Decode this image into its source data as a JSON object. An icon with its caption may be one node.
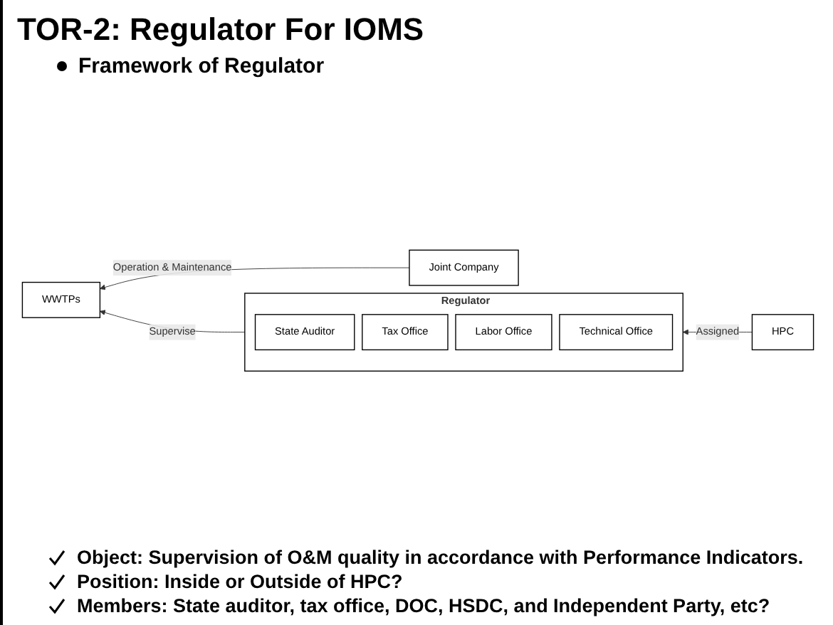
{
  "diagram": {
    "title": "TOR-2: Regulator For IOMS",
    "nodes": [
      {
        "text": [
          "Joint Company"
        ]
      },
      {
        "text": [
          "WWTPs"
        ]
      },
      {
        "text": [
          "Regulator"
        ]
      },
      {
        "text": [
          "State Auditor"
        ],
        "in": 2
      },
      {
        "text": [
          "Tax Office"
        ],
        "in": 2
      },
      {
        "text": [
          "Labor Office"
        ],
        "in": 2
      },
      {
        "text": [
          "Technical Office"
        ],
        "in": 2
      },
      {
        "text": [
          "HPC"
        ]
      }
    ],
    "edges": [
      {
        "from": 0,
        "to": 1,
        "arrow": "to",
        "label": "Operation & Maintenance"
      },
      {
        "from": 2,
        "to": 1,
        "arrow": "to",
        "label": "Supervise"
      },
      {
        "from": 7,
        "to": 2,
        "arrow": "to",
        "label": "Assigned"
      }
    ],
    "labels": [
      "Framework of Regulator",
      "Object: Supervision of O&M quality in accordance with Performance Indicators.",
      "Position: Inside or Outside of HPC?",
      "Members: State auditor, tax office, DOC, HSDC, and Independent Party, etc?"
    ]
  }
}
